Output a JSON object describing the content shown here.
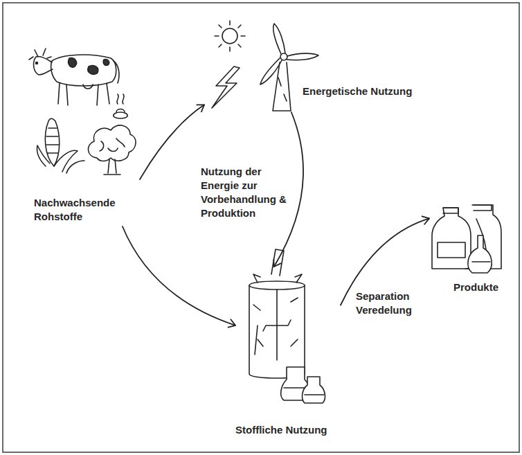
{
  "diagram": {
    "nodes": [
      {
        "text": [
          "Nachwachsende Rohstoffe"
        ]
      },
      {
        "text": [
          "Energetische Nutzung"
        ]
      },
      {
        "text": [
          "Stoffliche Nutzung"
        ]
      },
      {
        "text": [
          "Produkte"
        ]
      }
    ],
    "edges": [
      {
        "from": 0,
        "to": 1,
        "arrow": "to"
      },
      {
        "from": 0,
        "to": 2,
        "arrow": "to"
      },
      {
        "from": 1,
        "to": 2,
        "label": "Nutzung der Energie zur Vorbehandlung & Produktion",
        "arrow": "to"
      },
      {
        "from": 2,
        "to": 3,
        "label": "Separation Veredelung",
        "arrow": "to"
      }
    ]
  }
}
